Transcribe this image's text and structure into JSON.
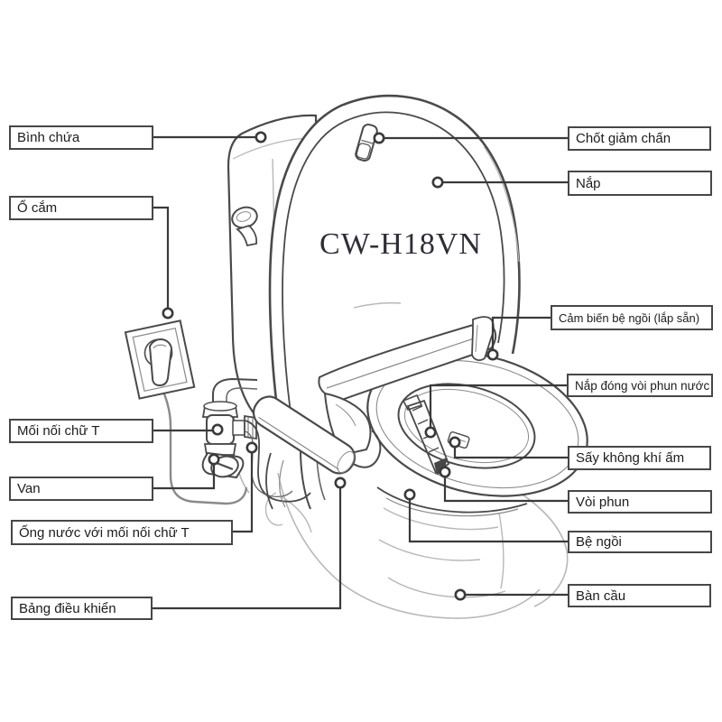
{
  "model_label": "CW-H18VN",
  "labels": {
    "binh_chua": "Bình chứa",
    "o_cam": "Ổ cắm",
    "moi_noi_chu_t": "Mối nối chữ T",
    "van": "Van",
    "ong_nuoc_voi_moi_noi_chu_t": "Ống nước với mối nối chữ T",
    "bang_dieu_khien": "Bảng điều khiển",
    "chot_giam_chan": "Chốt giảm chấn",
    "nap": "Nắp",
    "cam_bien_be_ngoi": "Cảm biến bệ ngồi (lắp sẵn)",
    "nap_dong_voi_phun_nuoc": "Nắp đóng vòi phun nước",
    "say_khong_khi_am": "Sấy không khí ấm",
    "voi_phun": "Vòi phun",
    "be_ngoi": "Bệ ngồi",
    "ban_cau": "Bàn cầu"
  },
  "colors": {
    "background": "#ffffff",
    "callout": "#3a3a3a",
    "line-dark": "#4a4a4a",
    "line-mid": "#8a8a8a",
    "line-light": "#b8b8b8",
    "label-border": "#474747",
    "label-text": "#1c1c1c",
    "model-color": "#2e2e38"
  }
}
